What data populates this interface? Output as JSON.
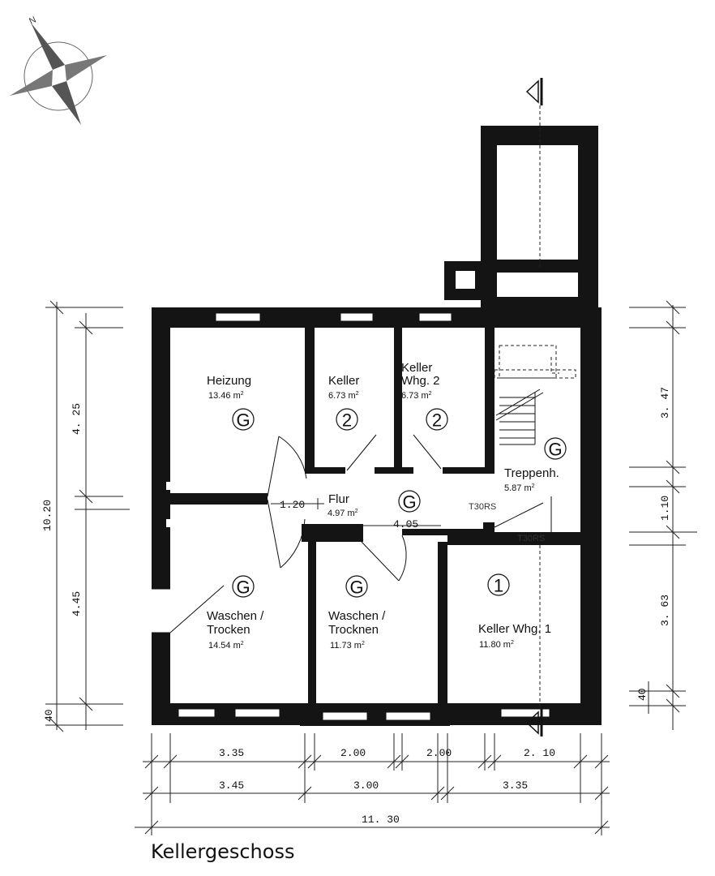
{
  "title": "Kellergeschoss",
  "compass": {
    "north_label": "N",
    "icon": "compass-rose-icon"
  },
  "rooms": {
    "heizung": {
      "name": "Heizung",
      "area": "13.46 m",
      "unit_sup": "2",
      "badge": "G"
    },
    "keller2": {
      "name": "Keller",
      "area": "6.73 m",
      "unit_sup": "2",
      "badge": "2"
    },
    "kellerwhg2": {
      "name": "Keller",
      "name2": "Whg. 2",
      "area": "6.73 m",
      "unit_sup": "2",
      "badge": "2"
    },
    "treppenh": {
      "name": "Treppenh.",
      "area": "5.87 m",
      "unit_sup": "2",
      "badge": "G"
    },
    "flur": {
      "name": "Flur",
      "area": "4.97 m",
      "unit_sup": "2",
      "badge": "G"
    },
    "waschen1": {
      "name": "Waschen /",
      "name2": "Trocken",
      "area": "14.54 m",
      "unit_sup": "2",
      "badge": "G"
    },
    "waschen2": {
      "name": "Waschen /",
      "name2": "Trocknen",
      "area": "11.73 m",
      "unit_sup": "2",
      "badge": "G"
    },
    "kellerwhg1": {
      "name": "Keller Whg. 1",
      "area": "11.80 m",
      "unit_sup": "2",
      "badge": "1"
    }
  },
  "tags": {
    "t30rs_a": "T30RS",
    "t30rs_b": "T30RS"
  },
  "dimensions": {
    "left": {
      "total": "10.20",
      "upper": "4. 25",
      "lower": "4.45",
      "bottom": "40"
    },
    "right": {
      "upper": "3. 47",
      "mid": "1.10",
      "lower": "3. 63",
      "bottom": "40"
    },
    "inner": {
      "flur_width": "1.20",
      "corridor": "4.05"
    },
    "bottom_row1": [
      "3.35",
      "2.00",
      "2.00",
      "2. 10"
    ],
    "bottom_row2": [
      "3.45",
      "3.00",
      "3.35"
    ],
    "total_width": "11. 30"
  }
}
